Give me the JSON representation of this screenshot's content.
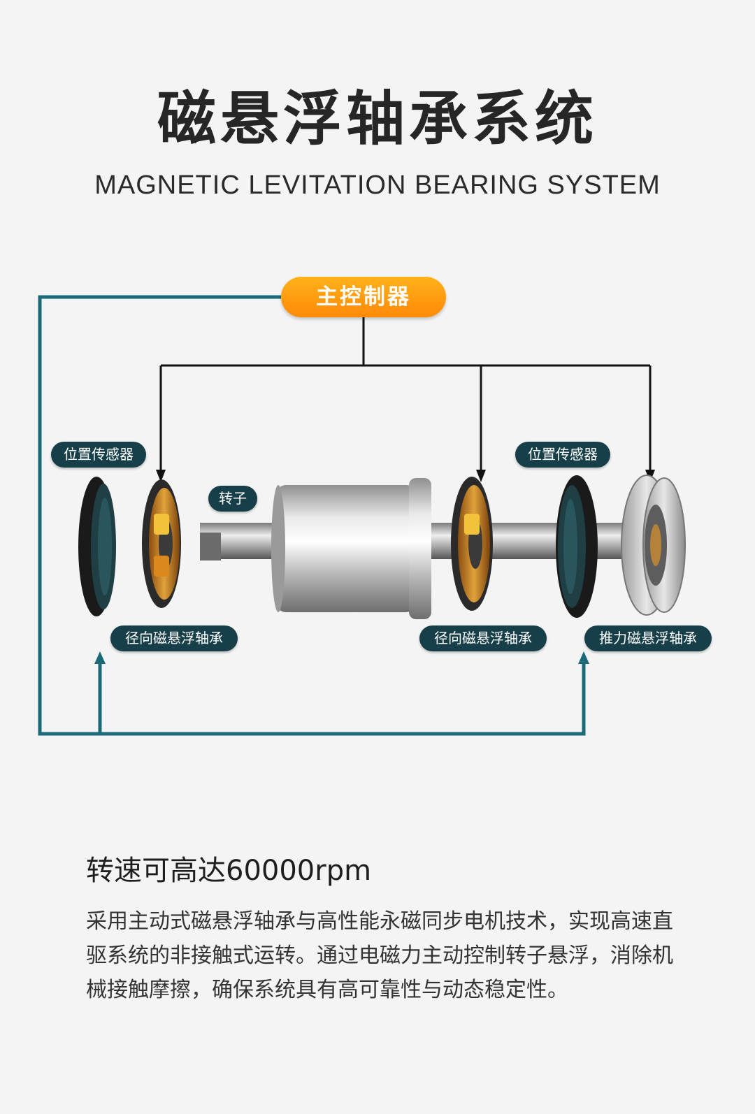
{
  "header": {
    "title": "磁悬浮轴承系统",
    "subtitle": "MAGNETIC LEVITATION BEARING SYSTEM"
  },
  "diagram": {
    "controller_label": "主控制器",
    "labels": {
      "sensor_left": "位置传感器",
      "sensor_right": "位置传感器",
      "rotor": "转子",
      "radial_left": "径向磁悬浮轴承",
      "radial_right": "径向磁悬浮轴承",
      "thrust": "推力磁悬浮轴承"
    },
    "colors": {
      "controller": "#ff9a10",
      "label_bg": "#173f49",
      "feedback_line": "#1c6a78",
      "control_line": "#111111"
    }
  },
  "body": {
    "heading": "转速可高达60000rpm",
    "paragraph": "采用主动式磁悬浮轴承与高性能永磁同步电机技术，实现高速直驱系统的非接触式运转。通过电磁力主动控制转子悬浮，消除机械接触摩擦，确保系统具有高可靠性与动态稳定性。"
  }
}
